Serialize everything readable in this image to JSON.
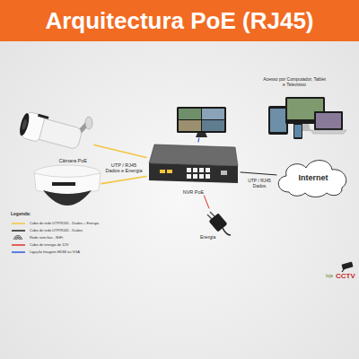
{
  "diagram": {
    "title": "Arquitectura PoE (RJ45)",
    "nodes": [
      {
        "text": [
          "Acesso por Computador, Tablet e Televisivo"
        ]
      },
      {
        "text": [
          "Câmara PoE"
        ]
      },
      {
        "text": []
      },
      {
        "text": [
          "NVR PoE"
        ]
      },
      {
        "text": []
      },
      {
        "text": [
          "Internet"
        ]
      },
      {
        "text": [
          "Energia"
        ]
      }
    ],
    "edges": [
      {
        "from": 1,
        "to": 3,
        "arrow": "none",
        "label": "UTP / RJ45 Dados e Energia"
      },
      {
        "from": 4,
        "to": 3,
        "arrow": "none"
      },
      {
        "from": 3,
        "to": 2,
        "arrow": "none"
      },
      {
        "from": 3,
        "to": 5,
        "arrow": "none",
        "label": "UTP / RJ45 Dados"
      },
      {
        "from": 6,
        "to": 3,
        "arrow": "none"
      }
    ],
    "labels": [
      "Legenda:",
      "loja",
      "CCTV"
    ],
    "legend": [
      {
        "text": "Cabo de rede UTP/RJ45 - Dados + Energia"
      },
      {
        "text": "Cabo de rede UTP/RJ45 - Dados"
      },
      {
        "text": "Rede sem fios - WiFi"
      },
      {
        "text": "Cabo de energia de 12V"
      },
      {
        "text": "Ligação Imagem HDMI ou VGA"
      }
    ]
  }
}
